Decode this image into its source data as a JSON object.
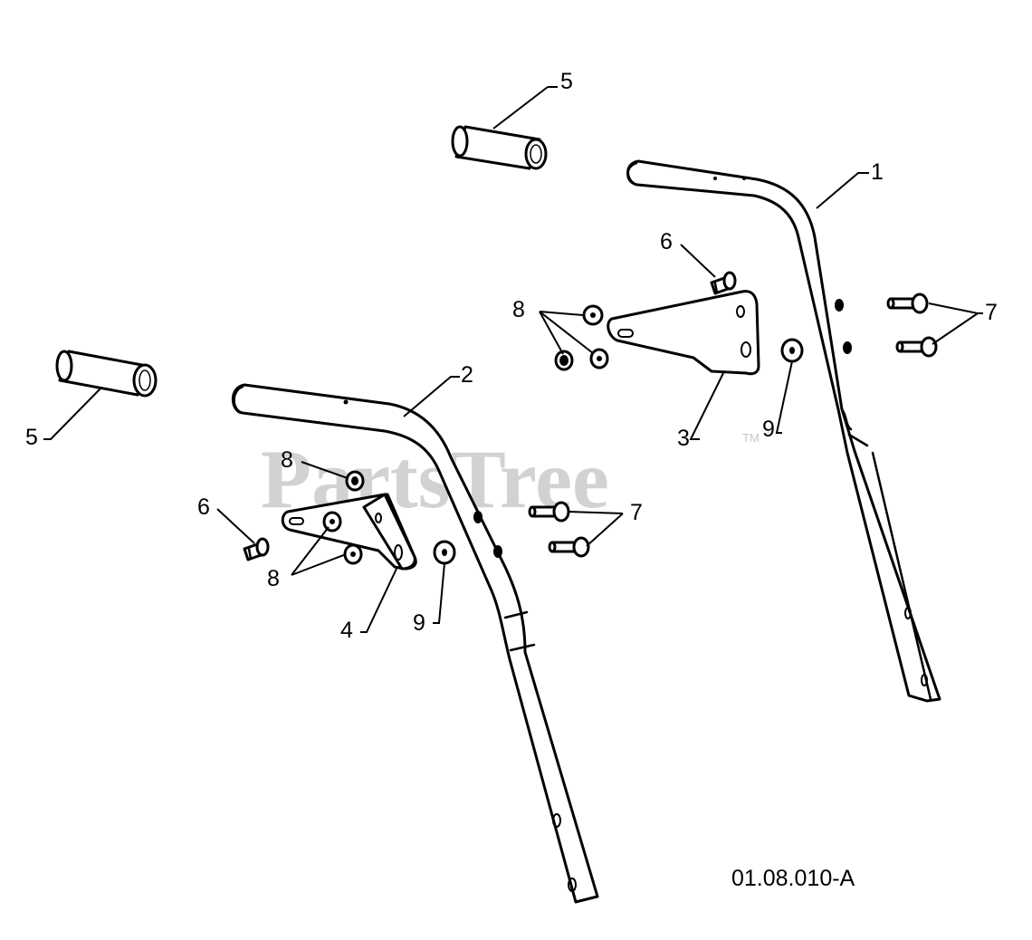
{
  "watermark": {
    "text": "PartsTree",
    "trademark": "TM"
  },
  "drawing_code": "01.08.010-A",
  "callouts": {
    "c1": "1",
    "c2": "2",
    "c3": "3",
    "c4": "4",
    "c5_top": "5",
    "c5_left": "5",
    "c6_top": "6",
    "c6_left": "6",
    "c7_right": "7",
    "c7_middle": "7",
    "c8_top": "8",
    "c8_left_upper": "8",
    "c8_left_lower": "8",
    "c9_right": "9",
    "c9_left": "9"
  }
}
